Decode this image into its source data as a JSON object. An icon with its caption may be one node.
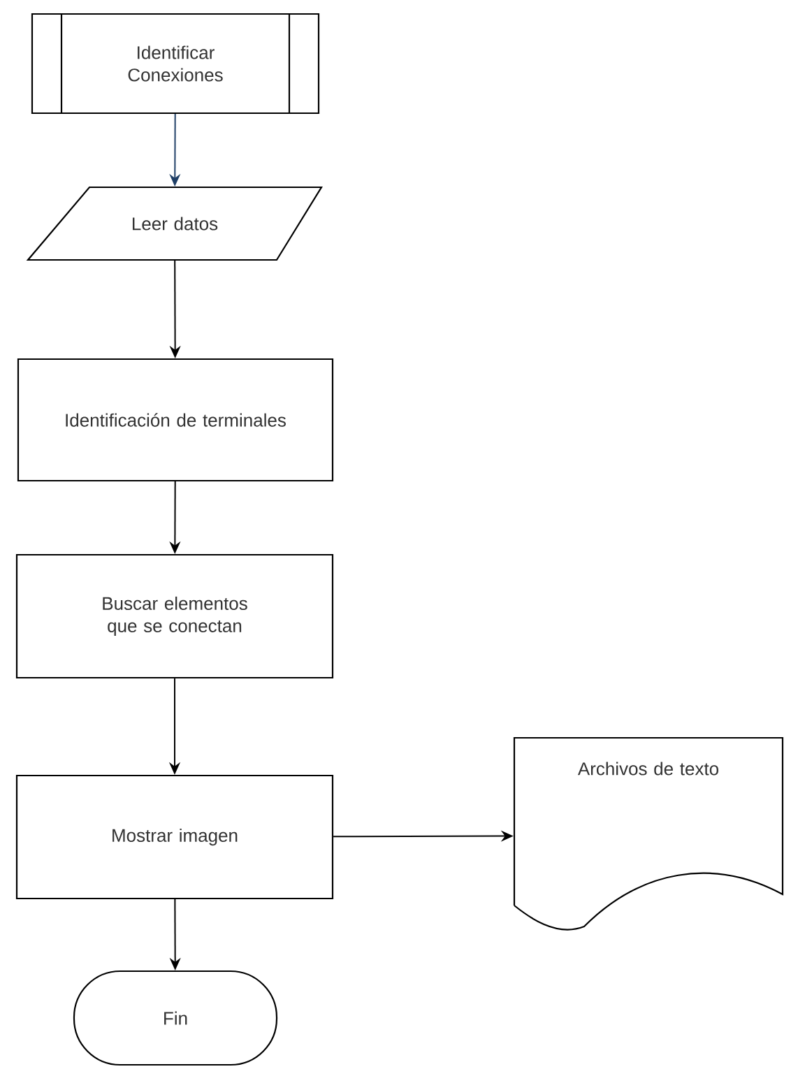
{
  "diagram": {
    "nodes": [
      {
        "text": [
          "Identificar Conexiones"
        ]
      },
      {
        "text": [
          "Leer datos"
        ]
      },
      {
        "text": [
          "Identificación de terminales"
        ]
      },
      {
        "text": [
          "Buscar elementos que se conectan"
        ]
      },
      {
        "text": [
          "Mostrar imagen"
        ]
      },
      {
        "text": [
          "Archivos de texto"
        ]
      },
      {
        "text": [
          "Fin"
        ]
      }
    ],
    "edges": [
      {
        "from": 0,
        "to": 1,
        "arrow": "to",
        "color": "#1f3f66"
      },
      {
        "from": 1,
        "to": 2,
        "arrow": "to"
      },
      {
        "from": 2,
        "to": 3,
        "arrow": "to"
      },
      {
        "from": 3,
        "to": 4,
        "arrow": "to"
      },
      {
        "from": 4,
        "to": 5,
        "arrow": "to"
      },
      {
        "from": 4,
        "to": 6,
        "arrow": "to"
      }
    ]
  }
}
